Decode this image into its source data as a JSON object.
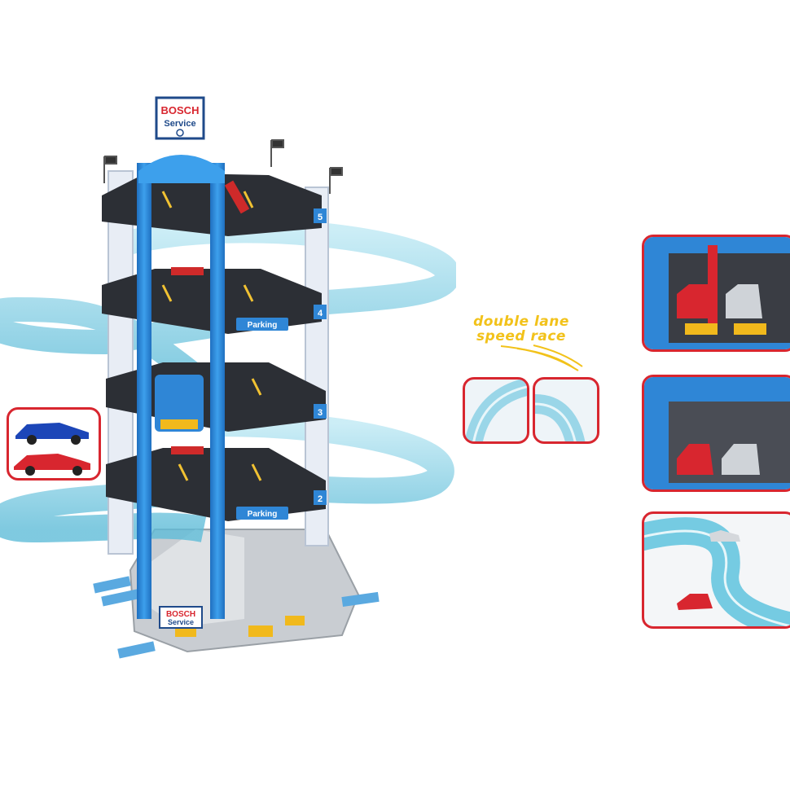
{
  "product": {
    "sign_brand": "BOSCH",
    "sign_sub": "Service",
    "base_brand": "BOSCH",
    "base_sub": "Service",
    "parking_label_upper": "Parking",
    "parking_label_lower": "Parking",
    "level_numbers": [
      "5",
      "4",
      "3",
      "2"
    ]
  },
  "feature_caption": {
    "line1": "double lane",
    "line2": "speed race"
  },
  "colors": {
    "accent_red": "#d8262f",
    "tower_blue": "#2f86d6",
    "track_cyan": "#8fd3e6",
    "caption_yellow": "#f2c21a"
  }
}
